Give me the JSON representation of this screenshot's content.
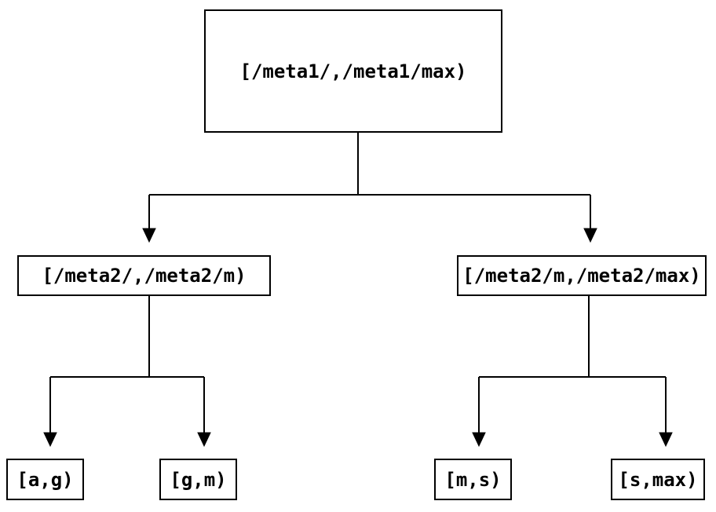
{
  "diagram": {
    "type": "tree",
    "colors": {
      "background": "#ffffff",
      "line": "#000000",
      "text": "#000000",
      "box_border": "#000000"
    },
    "root": {
      "label": "[/meta1/,/meta1/max)"
    },
    "level2": [
      {
        "id": "meta2-low",
        "label": "[/meta2/,/meta2/m)"
      },
      {
        "id": "meta2-high",
        "label": "[/meta2/m,/meta2/max)"
      }
    ],
    "leaves": [
      {
        "id": "a-g",
        "label": "[a,g)"
      },
      {
        "id": "g-m",
        "label": "[g,m)"
      },
      {
        "id": "m-s",
        "label": "[m,s)"
      },
      {
        "id": "s-max",
        "label": "[s,max)"
      }
    ]
  }
}
